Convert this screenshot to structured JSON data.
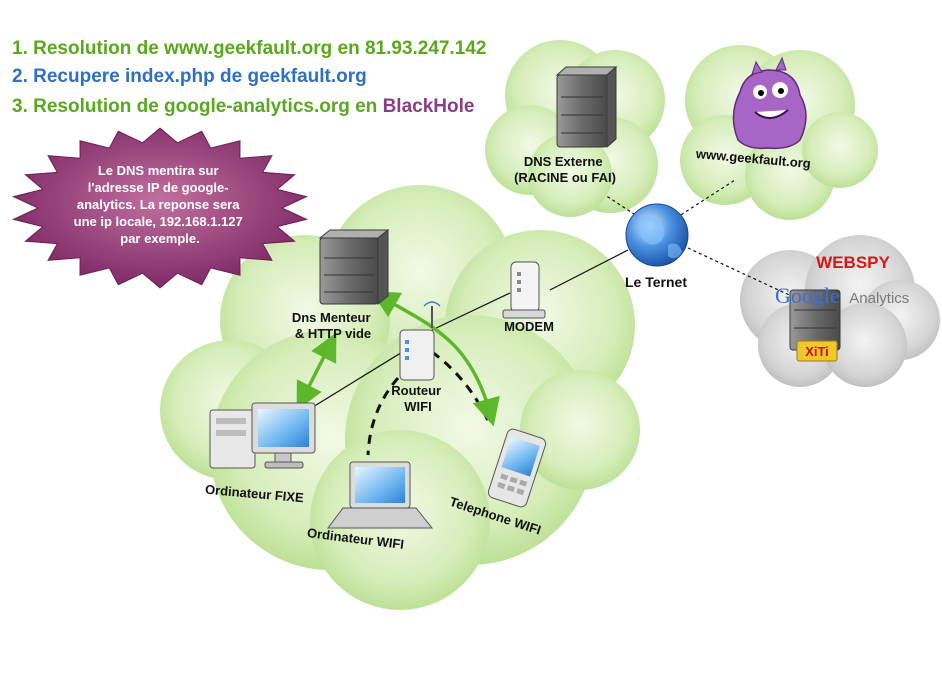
{
  "steps": [
    {
      "number": "1.",
      "text": "Resolution de www.geekfault.org en 81.93.247.142",
      "color": "#5aa81e"
    },
    {
      "number": "2.",
      "text": "Recupere index.php de geekfault.org",
      "color": "#2f6fc4"
    },
    {
      "number": "3.",
      "text": "Resolution de google-analytics.org en ",
      "highlight": "BlackHole",
      "color": "#5aa81e",
      "highlight_color": "#8a3d86"
    }
  ],
  "callout": {
    "lines": [
      "Le DNS mentira sur",
      "l'adresse IP de google-",
      "analytics. La reponse sera",
      "une ip locale, 192.168.1.127",
      "par exemple."
    ],
    "color": "#8a2e72"
  },
  "nodes": {
    "dns_menteur": [
      "Dns Menteur",
      "& HTTP vide"
    ],
    "modem": "MODEM",
    "routeur": [
      "Routeur",
      "WIFI"
    ],
    "ordinateur_fixe": "Ordinateur FIXE",
    "ordinateur_wifi": "Ordinateur WIFI",
    "telephone_wifi": "Telephone WIFI",
    "dns_externe": [
      "DNS Externe",
      "(RACINE ou FAI)"
    ],
    "geekfault": "www.geekfault.org",
    "internet": "Le Ternet"
  },
  "trackers": {
    "webspy": "WEBSPY",
    "google": "Google",
    "analytics": "Analytics",
    "xiti": "XiTi"
  },
  "colors": {
    "cloud_green": "#c9e6a6",
    "cloud_grey": "#cfcfcf",
    "arrow_green": "#5cb82a",
    "webspy_red": "#d11919",
    "xiti_yellow": "#f2c72b"
  }
}
